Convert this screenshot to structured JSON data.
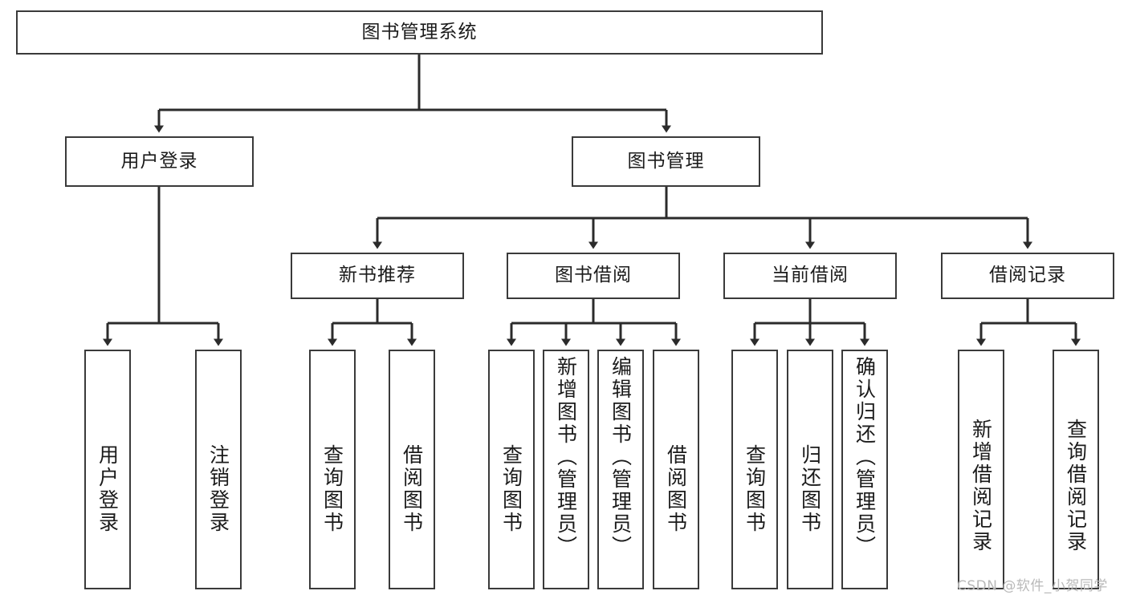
{
  "diagram": {
    "title": "图书管理系统",
    "watermark": "CSDN @软件_小贺同学",
    "colors": {
      "box_border": "#3a3a3a",
      "box_fill": "#ffffff",
      "connector": "#2b2b2b",
      "text": "#1b1b1b",
      "watermark": "#b9b9b9"
    },
    "root": {
      "label": "图书管理系统"
    },
    "level2": [
      {
        "label": "用户登录"
      },
      {
        "label": "图书管理"
      }
    ],
    "level3": [
      {
        "label": "新书推荐"
      },
      {
        "label": "图书借阅"
      },
      {
        "label": "当前借阅"
      },
      {
        "label": "借阅记录"
      }
    ],
    "leaves": {
      "user_login": [
        {
          "label": "用户登录"
        },
        {
          "label": "注销登录"
        }
      ],
      "new_book": [
        {
          "label": "查询图书"
        },
        {
          "label": "借阅图书"
        }
      ],
      "borrow_book": [
        {
          "label": "查询图书"
        },
        {
          "label": "新增图书（管理员）"
        },
        {
          "label": "编辑图书（管理员）"
        },
        {
          "label": "借阅图书"
        }
      ],
      "current_borrow": [
        {
          "label": "查询图书"
        },
        {
          "label": "归还图书"
        },
        {
          "label": "确认归还（管理员）"
        }
      ],
      "borrow_record": [
        {
          "label": "新增借阅记录"
        },
        {
          "label": "查询借阅记录"
        }
      ]
    }
  }
}
